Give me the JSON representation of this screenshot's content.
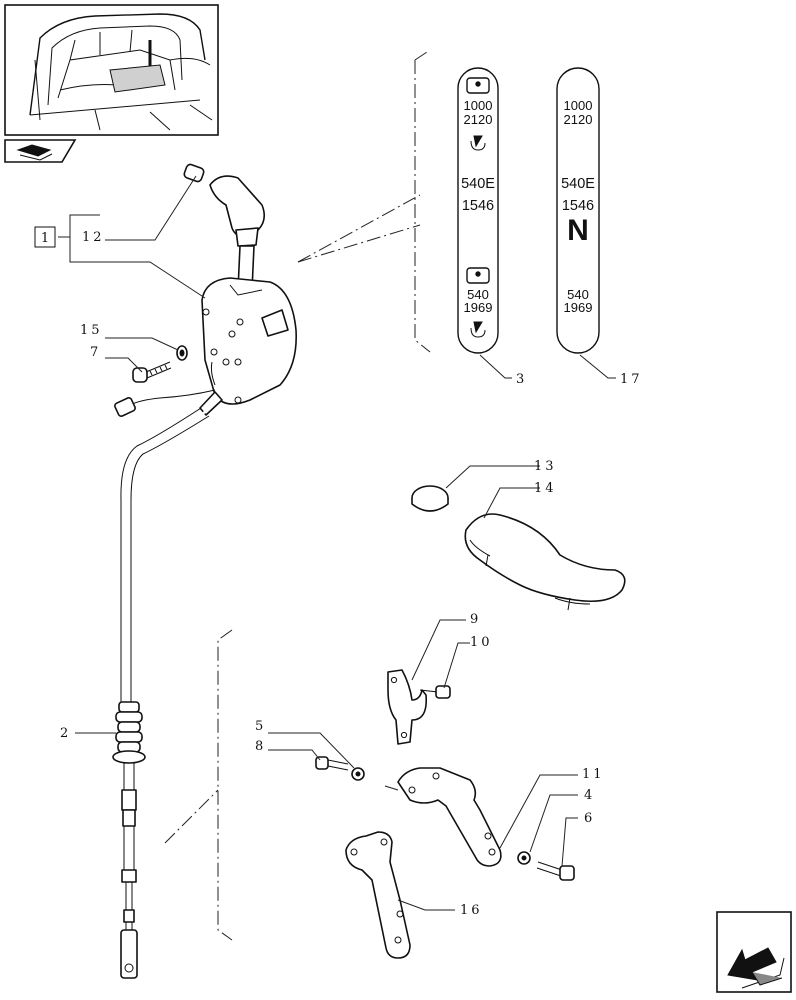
{
  "callouts": {
    "c1": "1",
    "c2": "2",
    "c3": "3",
    "c4": "4",
    "c5": "5",
    "c6": "6",
    "c7": "7",
    "c8": "8",
    "c9": "9",
    "c10": "10",
    "c11": "11",
    "c12": "12",
    "c13": "13",
    "c14": "14",
    "c15": "15",
    "c16": "16",
    "c17": "17"
  },
  "decal_3": {
    "top_line1": "1000",
    "top_line2": "2120",
    "mid_line1": "540E",
    "mid_line2": "1546",
    "bottom_line1": "540",
    "bottom_line2": "1969"
  },
  "decal_17": {
    "top_line1": "1000",
    "top_line2": "2120",
    "mid_line1": "540E",
    "mid_line2": "1546",
    "neutral": "N",
    "bottom_line1": "540",
    "bottom_line2": "1969"
  },
  "icons": {
    "locator": "tractor-location-thumbnail",
    "nav": "prev-page-arrow-icon",
    "next": "next-page-arrow-icon"
  }
}
